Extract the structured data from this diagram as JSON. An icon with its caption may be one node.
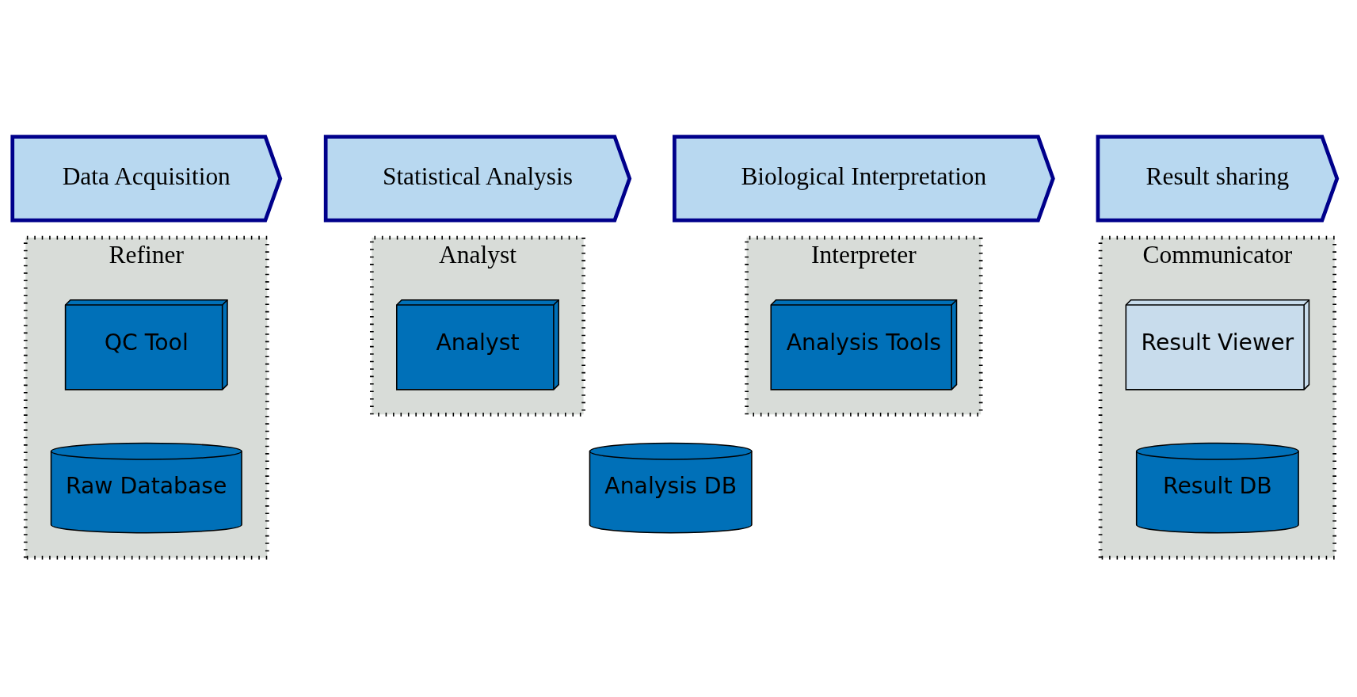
{
  "diagram": {
    "nodes": [
      {
        "text": [
          "Data Acquisition"
        ]
      },
      {
        "text": [
          "Statistical Analysis"
        ]
      },
      {
        "text": [
          "Biological Interpretation"
        ]
      },
      {
        "text": [
          "Result sharing"
        ]
      },
      {
        "text": [
          "Refiner"
        ]
      },
      {
        "text": [
          "QC Tool"
        ],
        "in": 4
      },
      {
        "text": [
          "Raw Database"
        ],
        "in": 4
      },
      {
        "text": [
          "Analyst"
        ]
      },
      {
        "text": [
          "Analyst"
        ],
        "in": 7
      },
      {
        "text": [
          "Interpreter"
        ]
      },
      {
        "text": [
          "Analysis Tools"
        ],
        "in": 9
      },
      {
        "text": [
          "Analysis DB"
        ]
      },
      {
        "text": [
          "Communicator"
        ]
      },
      {
        "text": [
          "Result Viewer"
        ],
        "in": 12
      },
      {
        "text": [
          "Result DB"
        ],
        "in": 12
      }
    ],
    "edges": []
  }
}
